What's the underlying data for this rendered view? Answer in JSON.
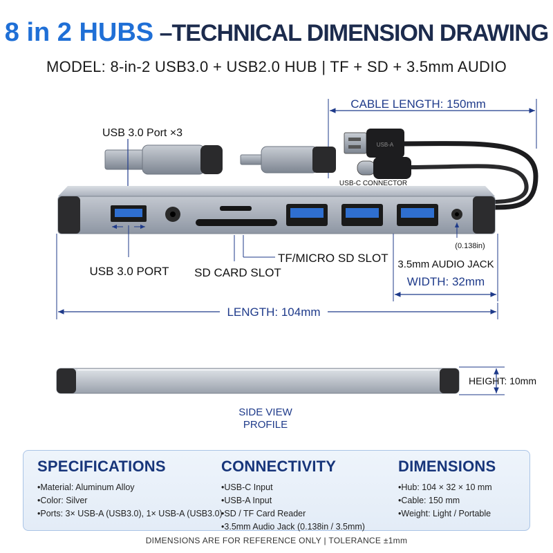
{
  "title": {
    "part1": "8 in 2 HUBS",
    "dash": " –",
    "part2": "TECHNICAL DIMENSION DRAWING"
  },
  "model_line": "MODEL: 8-in-2 USB3.0 + USB2.0 HUB | TF + SD + 3.5mm AUDIO",
  "drawing": {
    "cable_length_label": "CABLE LENGTH: 150mm",
    "usb_port_x3_label": "USB 3.0 Port ×3",
    "usb_a_plug_text": "USB-A",
    "usb_c_connector_label": "USB-C CONNECTOR",
    "usb_port_label": "USB 3.0 PORT",
    "sd_slot_label": "SD CARD SLOT",
    "tf_slot_label": "TF/MICRO SD SLOT",
    "jack_size_label": "(0.138in)",
    "audio_jack_label": "3.5mm AUDIO JACK",
    "width_label": "WIDTH: 32mm",
    "length_label": "LENGTH: 104mm",
    "height_label": "HEIGHT: 10mm",
    "side_view_line1": "SIDE VIEW",
    "side_view_line2": "PROFILE"
  },
  "specs": {
    "specifications": {
      "heading": "SPECIFICATIONS",
      "items": [
        "Material: Aluminum Alloy",
        "Color: Silver",
        "Ports: 3× USB-A (USB3.0), 1× USB-A (USB3.0)"
      ]
    },
    "connectivity": {
      "heading": "CONNECTIVITY",
      "items": [
        "USB-C Input",
        "USB-A Input",
        "SD / TF Card Reader",
        "3.5mm Audio Jack (0.138in / 3.5mm)"
      ]
    },
    "dimensions": {
      "heading": "DIMENSIONS",
      "items": [
        "Hub: 104 × 32 × 10 mm",
        "Cable: 150 mm",
        "Weight: Light / Portable"
      ]
    }
  },
  "footer": "DIMENSIONS ARE FOR REFERENCE ONLY  |  TOLERANCE ±1mm",
  "colors": {
    "accent_blue": "#1f6fd6",
    "navy": "#1c2b4d",
    "usb3_blue": "#2f6fd0",
    "hub_silver": "#b8bec8"
  }
}
